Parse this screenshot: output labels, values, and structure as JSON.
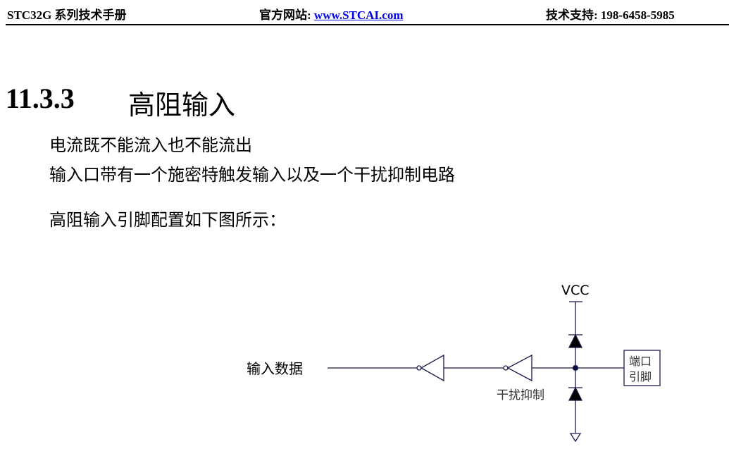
{
  "header": {
    "left": "STC32G 系列技术手册",
    "site_label": "官方网站: ",
    "site_link": "www.STCAI.com",
    "support": "技术支持: 198-6458-5985"
  },
  "section": {
    "number": "11.3.3",
    "title": "高阻输入"
  },
  "paragraphs": [
    "电流既不能流入也不能流出",
    "输入口带有一个施密特触发输入以及一个干扰抑制电路",
    "高阻输入引脚配置如下图所示："
  ],
  "diagram": {
    "input_data": "输入数据",
    "vcc": "VCC",
    "filter": "干扰抑制",
    "pin_line1": "端口",
    "pin_line2": "引脚"
  }
}
